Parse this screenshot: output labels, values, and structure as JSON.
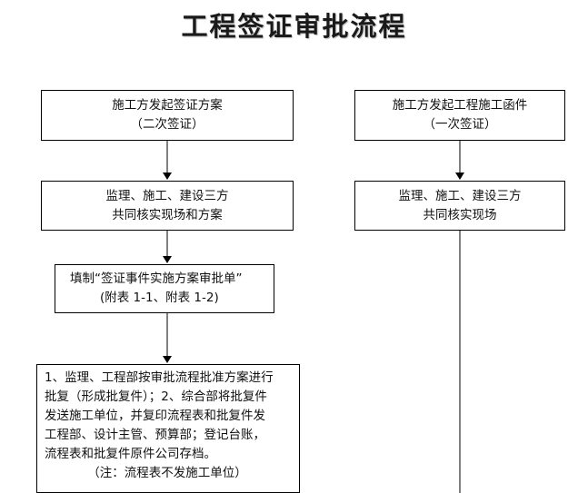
{
  "title": "工程签证审批流程",
  "left_flow": {
    "step1": {
      "line1": "施工方发起签证方案",
      "line2": "（二次签证）"
    },
    "step2": {
      "line1": "监理、施工、建设三方",
      "line2": "共同核实现场和方案"
    },
    "step3": {
      "line1": "填制“签证事件实施方案审批单”",
      "line2": "(附表 1-1、附表 1-2)"
    },
    "step4": {
      "lines": [
        "1、监理、工程部按审批流程批准方案进行",
        "批复（形成批复件）；2、综合部将批复件",
        "发送施工单位，并复印流程表和批复件发",
        "工程部、设计主管、预算部；登记台账，",
        "流程表和批复件原件公司存档。"
      ],
      "note": "（注：流程表不发施工单位）"
    }
  },
  "right_flow": {
    "step1": {
      "line1": "施工方发起工程施工函件",
      "line2": "（一次签证）"
    },
    "step2": {
      "line1": "监理、施工、建设三方",
      "line2": "共同核实现场"
    }
  }
}
